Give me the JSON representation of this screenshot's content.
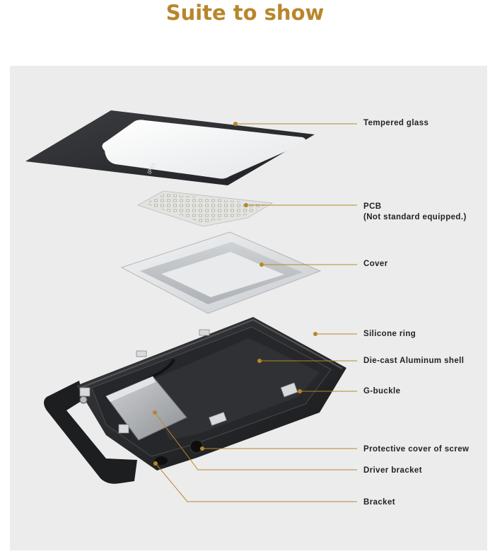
{
  "title": "Suite to show",
  "accent_color": "#b8862b",
  "glass_mark": "IP65",
  "parts": [
    {
      "id": "glass",
      "label": "Tempered glass"
    },
    {
      "id": "pcb",
      "label": "PCB",
      "sublabel": "(Not standard equipped.)"
    },
    {
      "id": "cover",
      "label": "Cover"
    },
    {
      "id": "ring",
      "label": "Silicone ring"
    },
    {
      "id": "shell",
      "label": "Die-cast  Aluminum shell"
    },
    {
      "id": "buckle",
      "label": "G-buckle"
    },
    {
      "id": "screw",
      "label": "Protective cover of screw"
    },
    {
      "id": "driver",
      "label": "Driver bracket"
    },
    {
      "id": "bracket",
      "label": "Bracket"
    }
  ]
}
